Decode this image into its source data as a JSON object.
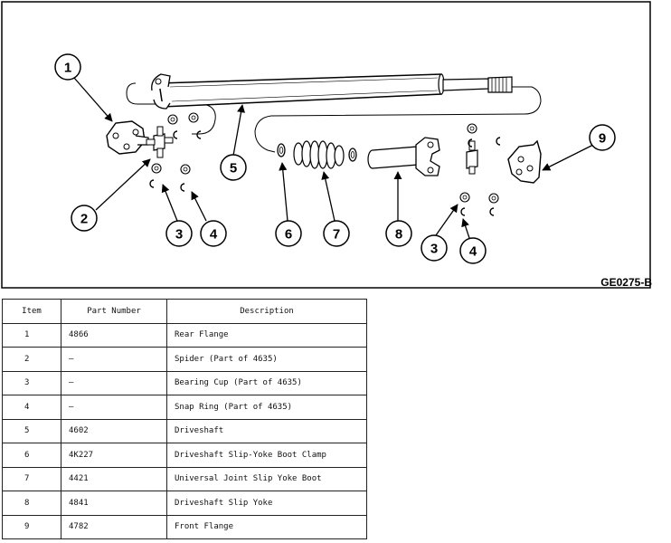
{
  "diagram": {
    "figure_code": "GE0275-B",
    "callouts": [
      "1",
      "2",
      "3",
      "4",
      "5",
      "6",
      "7",
      "8",
      "9",
      "3",
      "4"
    ]
  },
  "table": {
    "headers": {
      "item": "Item",
      "part_number": "Part Number",
      "description": "Description"
    },
    "rows": [
      {
        "item": "1",
        "part_number": "4866",
        "description": "Rear Flange"
      },
      {
        "item": "2",
        "part_number": "—",
        "description": "Spider (Part of 4635)"
      },
      {
        "item": "3",
        "part_number": "—",
        "description": "Bearing Cup (Part of 4635)"
      },
      {
        "item": "4",
        "part_number": "—",
        "description": "Snap Ring (Part of 4635)"
      },
      {
        "item": "5",
        "part_number": "4602",
        "description": "Driveshaft"
      },
      {
        "item": "6",
        "part_number": "4K227",
        "description": "Driveshaft Slip-Yoke Boot Clamp"
      },
      {
        "item": "7",
        "part_number": "4421",
        "description": "Universal Joint Slip Yoke Boot"
      },
      {
        "item": "8",
        "part_number": "4841",
        "description": "Driveshaft Slip Yoke"
      },
      {
        "item": "9",
        "part_number": "4782",
        "description": "Front Flange"
      }
    ]
  }
}
